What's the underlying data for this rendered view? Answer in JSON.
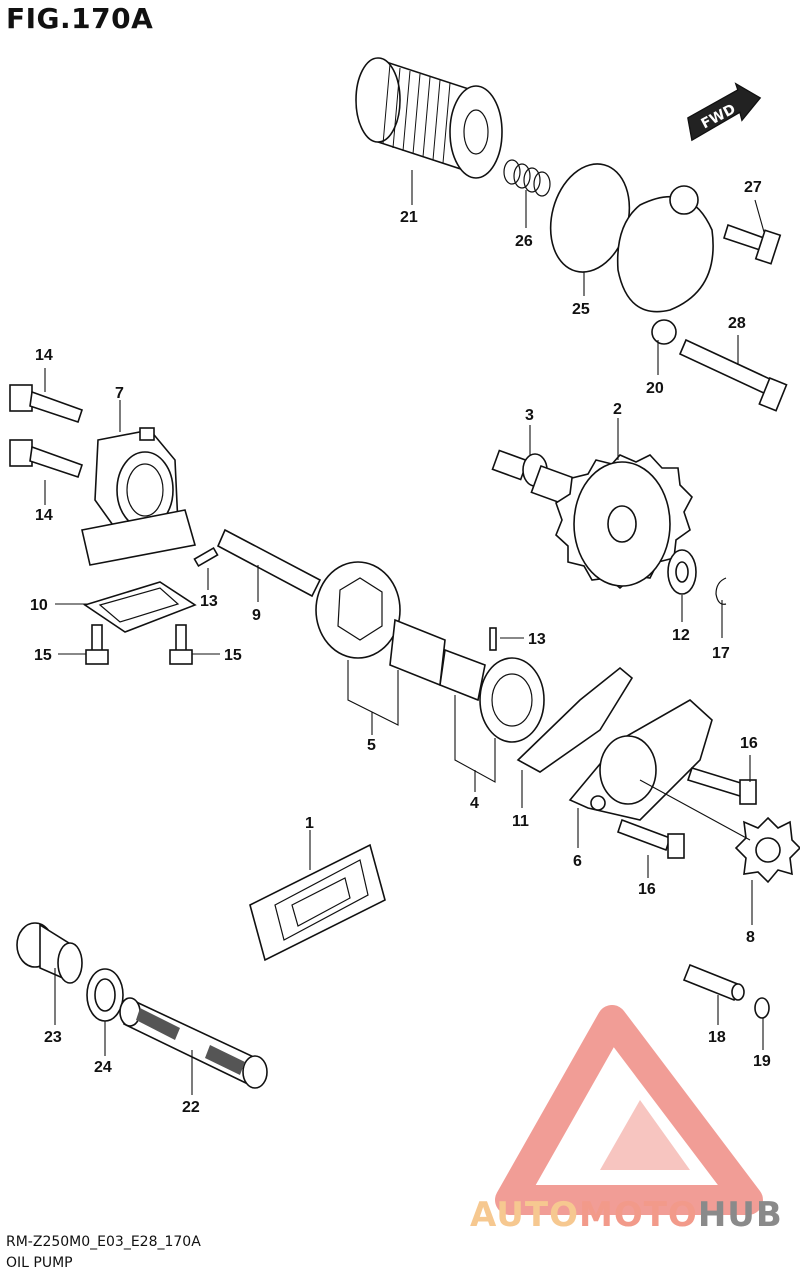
{
  "figure": {
    "title": "FIG.170A",
    "drawing_code": "RM-Z250M0_E03_E28_170A",
    "section_name": "OIL PUMP",
    "fwd_label": "FWD"
  },
  "callouts": {
    "c1": "1",
    "c2": "2",
    "c3": "3",
    "c4": "4",
    "c5": "5",
    "c6": "6",
    "c7": "7",
    "c8": "8",
    "c9": "9",
    "c10": "10",
    "c11": "11",
    "c12": "12",
    "c13a": "13",
    "c13b": "13",
    "c14a": "14",
    "c14b": "14",
    "c15a": "15",
    "c15b": "15",
    "c16a": "16",
    "c16b": "16",
    "c17": "17",
    "c18": "18",
    "c19": "19",
    "c20": "20",
    "c21": "21",
    "c22": "22",
    "c23": "23",
    "c24": "24",
    "c25": "25",
    "c26": "26",
    "c27": "27",
    "c28": "28"
  },
  "watermark": {
    "part1": "AUTO",
    "part2": "MOTO",
    "part3": "HUB",
    "color_auto": "#f6c890",
    "color_moto": "#f29a8a",
    "color_hub": "#8a8a8a",
    "logo_color": "#ef8c84"
  }
}
